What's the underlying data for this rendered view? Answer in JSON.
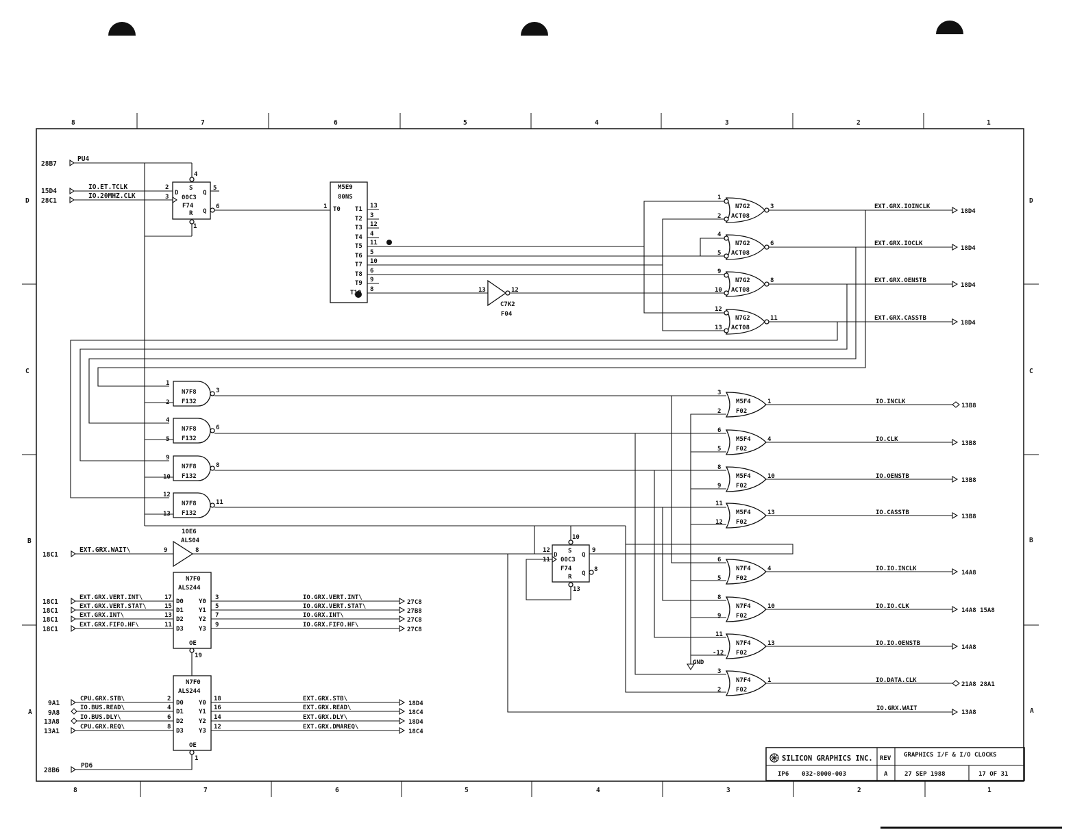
{
  "zone_columns": [
    "8",
    "7",
    "6",
    "5",
    "4",
    "3",
    "2",
    "1"
  ],
  "zone_rows": [
    "D",
    "C",
    "B",
    "A"
  ],
  "offpage_inputs": {
    "pu4": {
      "ref": "28B7",
      "signal": "PU4"
    },
    "tclk": {
      "ref": "15D4",
      "signal": "IO.ET.TCLK"
    },
    "hz20": {
      "ref": "28C1",
      "signal": "IO.20MHZ.CLK"
    },
    "wait": {
      "ref": "18C1",
      "signal": "EXT.GRX.WAIT\\"
    },
    "pd6": {
      "ref": "28B6",
      "signal": "PD6"
    }
  },
  "flipflop1": {
    "name": "00C3",
    "type": "F74",
    "s": "S",
    "r": "R",
    "d": "D",
    "q": "Q",
    "qb": "Q",
    "pins": {
      "s": "4",
      "d": "2",
      "clk": "3",
      "q": "5",
      "qb": "6",
      "r": "1"
    }
  },
  "delay_line": {
    "name": "M5E9",
    "delay": "80NS",
    "in_label": "T0",
    "in_pin": "1",
    "taps": [
      {
        "label": "T1",
        "pin": "13"
      },
      {
        "label": "T2",
        "pin": "3"
      },
      {
        "label": "T3",
        "pin": "12"
      },
      {
        "label": "T4",
        "pin": "4"
      },
      {
        "label": "T5",
        "pin": "11"
      },
      {
        "label": "T6",
        "pin": "5"
      },
      {
        "label": "T7",
        "pin": "10"
      },
      {
        "label": "T8",
        "pin": "6"
      },
      {
        "label": "T9",
        "pin": "9"
      },
      {
        "label": "T10",
        "pin": "8"
      }
    ]
  },
  "inverter_c7k2": {
    "name": "C7K2",
    "type": "F04",
    "in_pin": "13",
    "out_pin": "12"
  },
  "nor_gates": [
    {
      "name": "N7G2",
      "type": "ACT08",
      "pin_a": "1",
      "pin_b": "2",
      "out_pin": "3",
      "out_signal": "EXT.GRX.IOINCLK",
      "ref": "18D4"
    },
    {
      "name": "N7G2",
      "type": "ACT08",
      "pin_a": "4",
      "pin_b": "5",
      "out_pin": "6",
      "out_signal": "EXT.GRX.IOCLK",
      "ref": "18D4"
    },
    {
      "name": "N7G2",
      "type": "ACT08",
      "pin_a": "9",
      "pin_b": "10",
      "out_pin": "8",
      "out_signal": "EXT.GRX.OENSTB",
      "ref": "18D4"
    },
    {
      "name": "N7G2",
      "type": "ACT08",
      "pin_a": "12",
      "pin_b": "13",
      "out_pin": "11",
      "out_signal": "EXT.GRX.CASSTB",
      "ref": "18D4"
    }
  ],
  "f132_gates": [
    {
      "name": "N7F8",
      "type": "F132",
      "pin_a": "1",
      "pin_b": "2",
      "out_pin": "3"
    },
    {
      "name": "N7F8",
      "type": "F132",
      "pin_a": "4",
      "pin_b": "5",
      "out_pin": "6"
    },
    {
      "name": "N7F8",
      "type": "F132",
      "pin_a": "9",
      "pin_b": "10",
      "out_pin": "8"
    },
    {
      "name": "N7F8",
      "type": "F132",
      "pin_a": "12",
      "pin_b": "13",
      "out_pin": "11"
    }
  ],
  "f02_gates": [
    {
      "name": "M5F4",
      "type": "F02",
      "pin_a": "3",
      "pin_b": "2",
      "out_pin": "1",
      "out_signal": "IO.INCLK",
      "ref": "13B8"
    },
    {
      "name": "M5F4",
      "type": "F02",
      "pin_a": "6",
      "pin_b": "5",
      "out_pin": "4",
      "out_signal": "IO.CLK",
      "ref": "13B8"
    },
    {
      "name": "M5F4",
      "type": "F02",
      "pin_a": "8",
      "pin_b": "9",
      "out_pin": "10",
      "out_signal": "IO.OENSTB",
      "ref": "13B8"
    },
    {
      "name": "M5F4",
      "type": "F02",
      "pin_a": "11",
      "pin_b": "12",
      "out_pin": "13",
      "out_signal": "IO.CASSTB",
      "ref": "13B8"
    },
    {
      "name": "N7F4",
      "type": "F02",
      "pin_a": "6",
      "pin_b": "5",
      "out_pin": "4",
      "out_signal": "IO.IO.INCLK",
      "ref": "14A8"
    },
    {
      "name": "N7F4",
      "type": "F02",
      "pin_a": "8",
      "pin_b": "9",
      "out_pin": "10",
      "out_signal": "IO.IO.CLK",
      "ref": "14A8 15A8"
    },
    {
      "name": "N7F4",
      "type": "F02",
      "pin_a": "11",
      "pin_b": "-12",
      "out_pin": "13",
      "out_signal": "IO.IO.OENSTB",
      "ref": "14A8"
    },
    {
      "name": "N7F4",
      "type": "F02",
      "pin_a": "3",
      "pin_b": "2",
      "out_pin": "1",
      "out_signal": "IO.DATA.CLK",
      "ref": "21A8 28A1"
    }
  ],
  "gnd_label": "GND",
  "io_grx_wait": {
    "signal": "IO.GRX.WAIT",
    "ref": "13A8"
  },
  "buffer_10e6": {
    "name": "10E6",
    "type": "ALS04",
    "in_pin": "9",
    "out_pin": "8"
  },
  "flipflop2": {
    "name": "00C3",
    "type": "F74",
    "s": "S",
    "r": "R",
    "d": "D",
    "q": "Q",
    "pins": {
      "s": "10",
      "d": "12",
      "clk": "11",
      "q": "9",
      "qb": "8",
      "r": "13"
    }
  },
  "buffer1": {
    "name": "N7F0",
    "type": "ALS244",
    "oe": "OE",
    "oe_pin": "19",
    "rows": [
      {
        "in_ref": "18C1",
        "in_signal": "EXT.GRX.VERT.INT\\",
        "in_pin": "17",
        "d": "D0",
        "y": "Y0",
        "out_pin": "3",
        "out_signal": "IO.GRX.VERT.INT\\",
        "out_ref": "27C8"
      },
      {
        "in_ref": "18C1",
        "in_signal": "EXT.GRX.VERT.STAT\\",
        "in_pin": "15",
        "d": "D1",
        "y": "Y1",
        "out_pin": "5",
        "out_signal": "IO.GRX.VERT.STAT\\",
        "out_ref": "27B8"
      },
      {
        "in_ref": "18C1",
        "in_signal": "EXT.GRX.INT\\",
        "in_pin": "13",
        "d": "D2",
        "y": "Y2",
        "out_pin": "7",
        "out_signal": "IO.GRX.INT\\",
        "out_ref": "27C8"
      },
      {
        "in_ref": "18C1",
        "in_signal": "EXT.GRX.FIFO.HF\\",
        "in_pin": "11",
        "d": "D3",
        "y": "Y3",
        "out_pin": "9",
        "out_signal": "IO.GRX.FIFO.HF\\",
        "out_ref": "27C8"
      }
    ]
  },
  "buffer2": {
    "name": "N7F0",
    "type": "ALS244",
    "oe": "OE",
    "oe_pin": "1",
    "rows": [
      {
        "in_ref": "9A1",
        "in_signal": "CPU.GRX.STB\\",
        "in_pin": "2",
        "d": "D0",
        "y": "Y0",
        "out_pin": "18",
        "out_signal": "EXT.GRX.STB\\",
        "out_ref": "18D4"
      },
      {
        "in_ref": "9A8",
        "in_signal": "IO.BUS.READ\\",
        "in_pin": "4",
        "d": "D1",
        "y": "Y1",
        "out_pin": "16",
        "out_signal": "EXT.GRX.READ\\",
        "out_ref": "18C4"
      },
      {
        "in_ref": "13A8",
        "in_signal": "IO.BUS.DLY\\",
        "in_pin": "6",
        "d": "D2",
        "y": "Y2",
        "out_pin": "14",
        "out_signal": "EXT.GRX.DLY\\",
        "out_ref": "18D4"
      },
      {
        "in_ref": "13A1",
        "in_signal": "CPU.GRX.REQ\\",
        "in_pin": "8",
        "d": "D3",
        "y": "Y3",
        "out_pin": "12",
        "out_signal": "EXT.GRX.DMAREQ\\",
        "out_ref": "18C4"
      }
    ]
  },
  "title_block": {
    "company": "SILICON GRAPHICS INC.",
    "rev_label": "REV",
    "title": "GRAPHICS I/F & I/O CLOCKS",
    "board": "IP6",
    "part_number": "032-8000-003",
    "rev": "A",
    "date": "27 SEP 1988",
    "sheet": "17 OF 31"
  }
}
